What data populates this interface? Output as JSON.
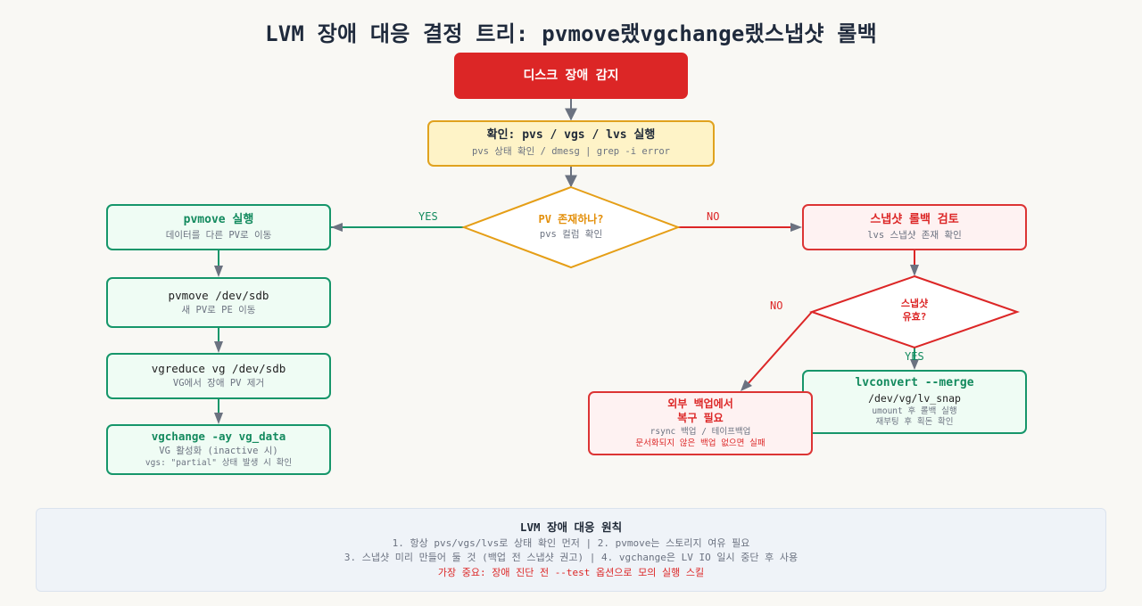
{
  "title": "LVM 장애 대응 결정 트리: pvmove랬vgchange랬스냅샷 롤백",
  "colors": {
    "red": "#dc2626",
    "yellow_border": "#e0a21e",
    "green": "#16966a",
    "arrow_gray": "#6b7280",
    "background": "#f9f8f4"
  },
  "nodes": {
    "detect": {
      "title": "디스크 장애 감지"
    },
    "check": {
      "title": "확인: pvs / vgs / lvs 실행",
      "sub": "pvs 상태 확인 / dmesg | grep -i error"
    },
    "pv_exists": {
      "title": "PV 존재하나?",
      "sub": "pvs 컬럼 확인"
    },
    "pvmove_run": {
      "title": "pvmove 실행",
      "sub": "데이터를 다른 PV로 이동"
    },
    "pvmove_cmd": {
      "title": "pvmove /dev/sdb",
      "sub": "새 PV로 PE 이동"
    },
    "vgreduce": {
      "title": "vgreduce vg /dev/sdb",
      "sub": "VG에서 장애 PV 제거"
    },
    "vgchange": {
      "title": "vgchange -ay vg_data",
      "sub": "VG 활성화 (inactive 시)",
      "note": "vgs: \"partial\" 상태 발생 시 확인"
    },
    "snap_review": {
      "title": "스냅샷 롤백 검토",
      "sub": "lvs 스냅샷 존재 확인"
    },
    "snap_valid": {
      "line1": "스냅샷",
      "line2": "유효?"
    },
    "lvconvert": {
      "title": "lvconvert --merge",
      "cmd": "/dev/vg/lv_snap",
      "sub1": "umount 후 롤백 실행",
      "sub2": "재부팅 후 획돈 확인"
    },
    "external": {
      "line1": "외부 백업에서",
      "line2": "복구 필요",
      "sub": "rsync 백업 / 테이프백업",
      "warn": "문서화되지 않은 백업 없으면 실패"
    }
  },
  "edge_labels": {
    "yes_left": "YES",
    "no_right": "NO",
    "no_snap": "NO",
    "yes_snap": "YES"
  },
  "footer": {
    "title": "LVM 장애 대응 원칙",
    "line1": "1. 항상 pvs/vgs/lvs로 상태 확인 먼저 | 2. pvmove는 스토리지 여유 필요",
    "line2": "3. 스냅샷 미리 만들어 둘 것 (백업 전 스냅샷 권고) | 4. vgchange은 LV IO 일시 중단 후 사용",
    "warning": "가장 중요: 장애 진단 전 --test 옵션으로 모의 실행 스킬"
  }
}
